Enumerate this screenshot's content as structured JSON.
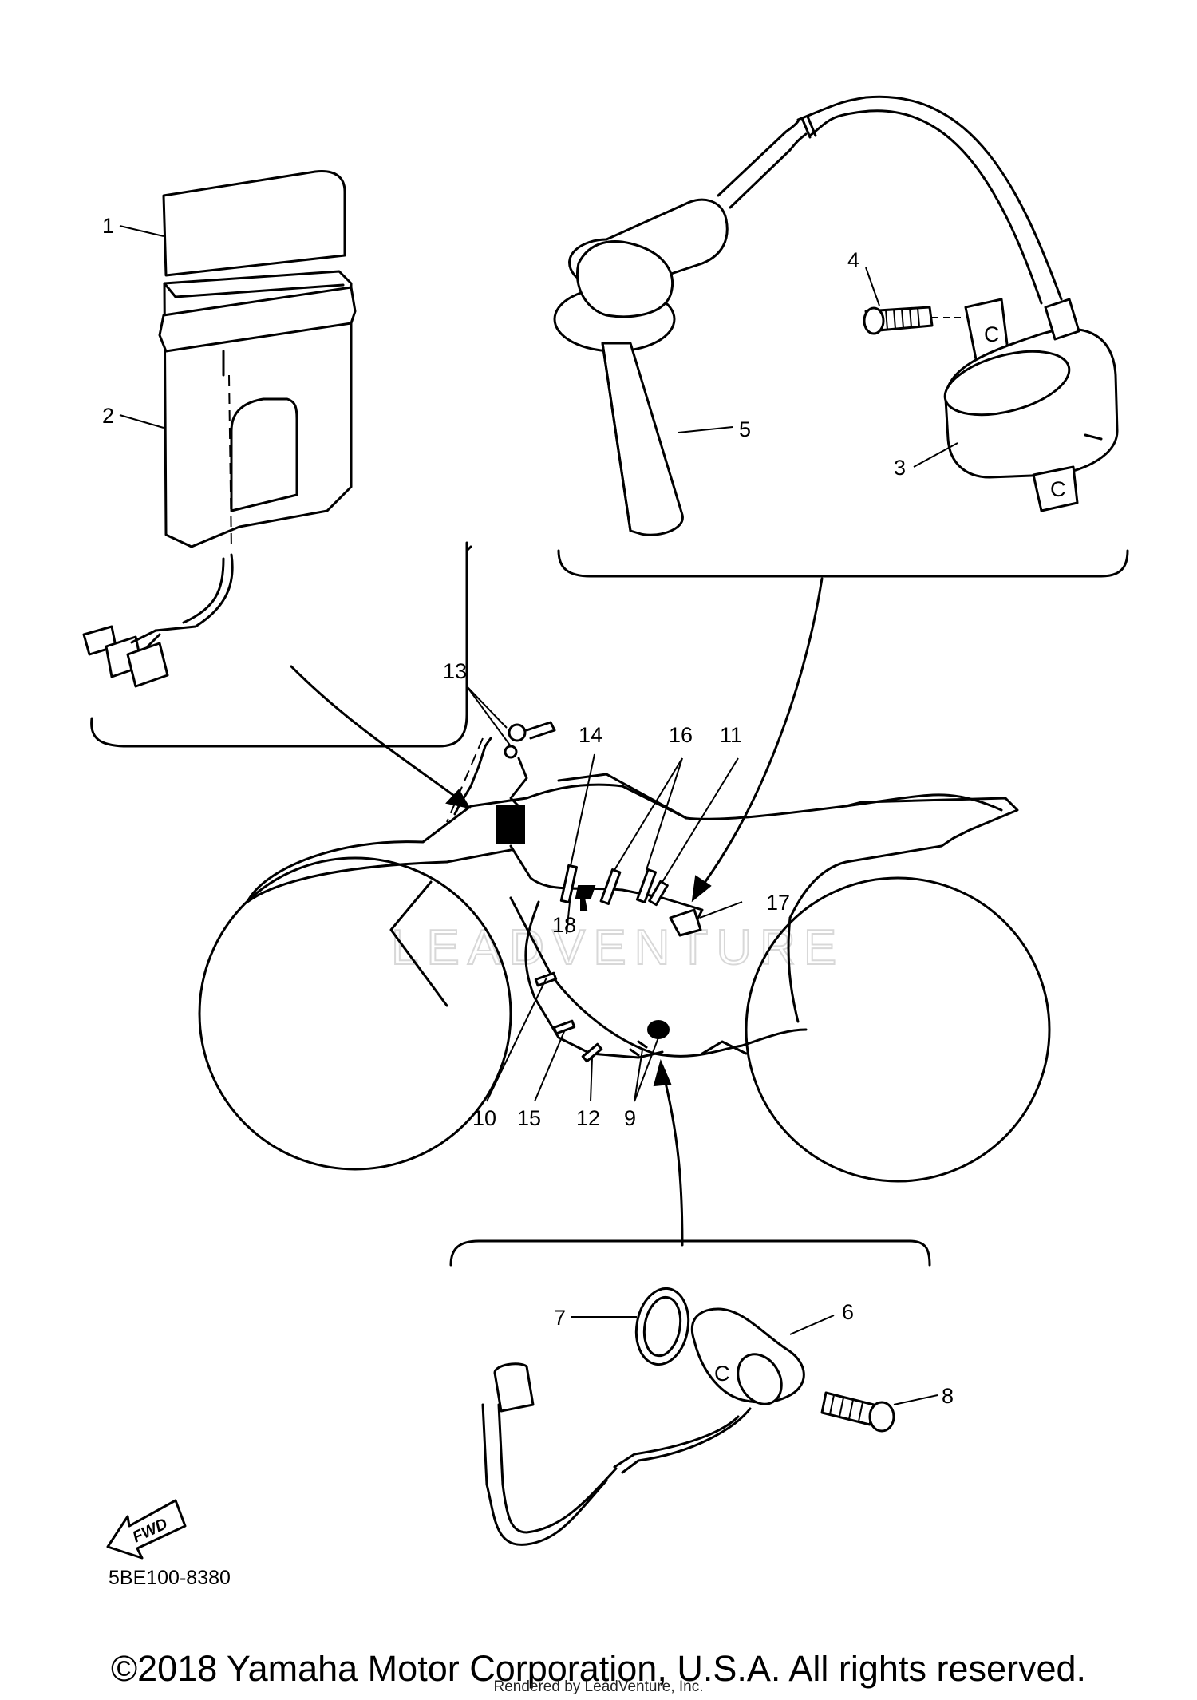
{
  "diagram": {
    "callouts": [
      "1",
      "2",
      "3",
      "4",
      "5",
      "6",
      "7",
      "8",
      "9",
      "10",
      "11",
      "12",
      "13",
      "14",
      "15",
      "16",
      "17",
      "18"
    ],
    "diagram_code": "5BE100-8380",
    "fwd_label": "FWD",
    "watermark": "LEADVENTURE",
    "connector_marks": [
      "C",
      "C",
      "C"
    ]
  },
  "footer": {
    "copyright": "©2018 Yamaha Motor Corporation, U.S.A. All rights reserved.",
    "rendered_by": "Rendered by LeadVenture, Inc."
  }
}
